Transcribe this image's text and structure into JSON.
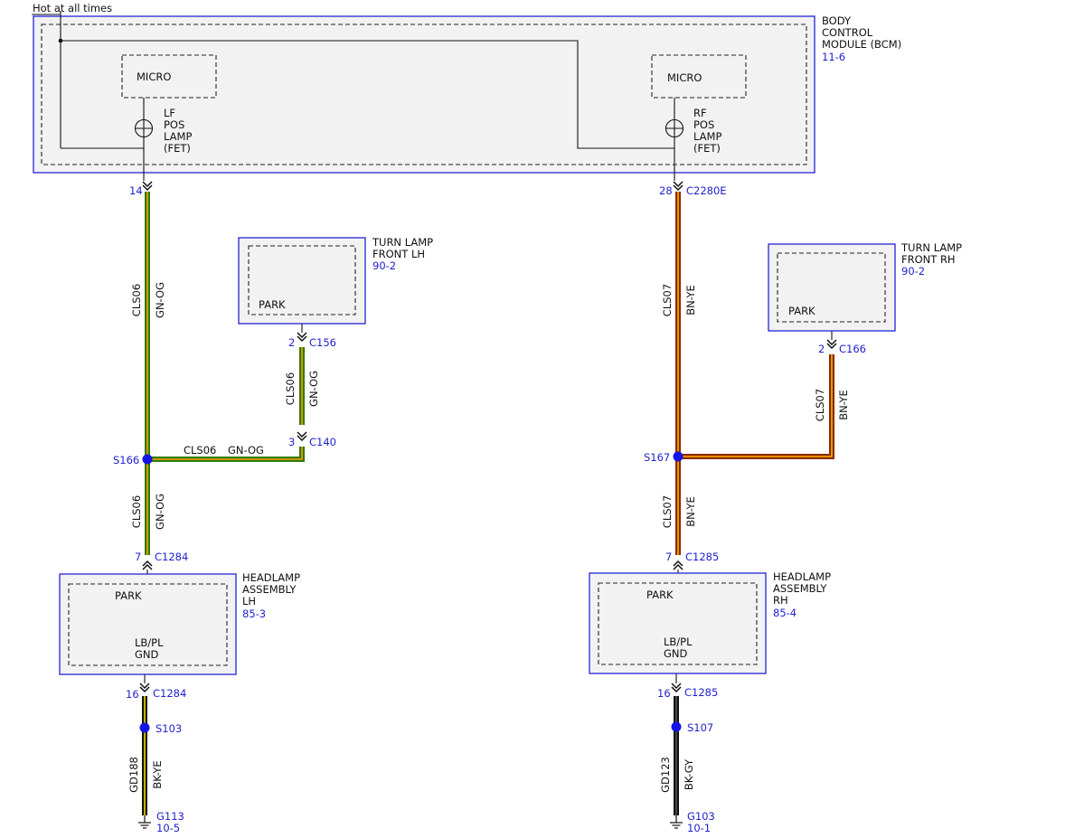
{
  "header": {
    "hot_at_all_times": "Hot at all times"
  },
  "bcm": {
    "name_lines": [
      "BODY",
      "CONTROL",
      "MODULE (BCM)"
    ],
    "ref": "11-6",
    "micro_left": "MICRO",
    "micro_right": "MICRO",
    "lf_fet_lines": [
      "LF",
      "POS",
      "LAMP",
      "(FET)"
    ],
    "rf_fet_lines": [
      "RF",
      "POS",
      "LAMP",
      "(FET)"
    ]
  },
  "turn_lamp_lh": {
    "name_lines": [
      "TURN LAMP",
      "FRONT LH"
    ],
    "ref": "90-2",
    "park": "PARK"
  },
  "turn_lamp_rh": {
    "name_lines": [
      "TURN LAMP",
      "FRONT RH"
    ],
    "ref": "90-2",
    "park": "PARK"
  },
  "headlamp_lh": {
    "name_lines": [
      "HEADLAMP",
      "ASSEMBLY",
      "LH"
    ],
    "ref": "85-3",
    "park": "PARK",
    "lbpl": "LB/PL",
    "gnd": "GND"
  },
  "headlamp_rh": {
    "name_lines": [
      "HEADLAMP",
      "ASSEMBLY",
      "RH"
    ],
    "ref": "85-4",
    "park": "PARK",
    "lbpl": "LB/PL",
    "gnd": "GND"
  },
  "pins": {
    "lh_bcm": "14",
    "rh_bcm": "28",
    "rh_bcm_connector": "C2280E",
    "c156_pin": "2",
    "c156": "C156",
    "c140_pin": "3",
    "c140": "C140",
    "c166_pin": "2",
    "c166": "C166",
    "c1284_pin": "7",
    "c1284": "C1284",
    "c1285_pin": "7",
    "c1285": "C1285",
    "c1284_gnd_pin": "16",
    "c1284_gnd": "C1284",
    "c1285_gnd_pin": "16",
    "c1285_gnd": "C1285"
  },
  "splices": {
    "s166": "S166",
    "s167": "S167",
    "s103": "S103",
    "s107": "S107"
  },
  "grounds": {
    "g113": "G113",
    "g113_ref": "10-5",
    "g103": "G103",
    "g103_ref": "10-1"
  },
  "wires": {
    "cls06_circuit": "CLS06",
    "cls06_color": "GN-OG",
    "cls07_circuit": "CLS07",
    "cls07_color": "BN-YE",
    "gd188_circuit": "GD188",
    "gd188_color": "BK-YE",
    "gd123_circuit": "GD123",
    "gd123_color": "BK-GY"
  },
  "colors": {
    "gn_og_base": "#2e7d0c",
    "gn_og_stripe": "#ff9a00",
    "bn_ye_base": "#8a2a00",
    "bn_ye_stripe": "#ffb000",
    "bk_ye_base": "#111111",
    "bk_ye_stripe": "#f2d700",
    "bk_gy_base": "#111111",
    "bk_gy_stripe": "#555555",
    "splice": "#1414e6",
    "label_blue": "#1f1fd0",
    "box_border": "#2323d6"
  }
}
